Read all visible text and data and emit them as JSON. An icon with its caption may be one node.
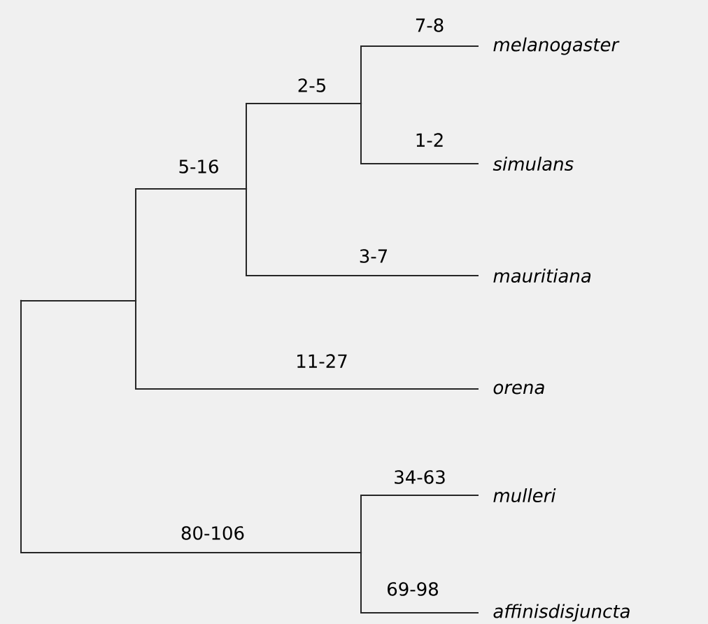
{
  "diagram": {
    "nodes": [
      {
        "text": [
          "melanogaster"
        ]
      },
      {
        "text": [
          "simulans"
        ]
      },
      {
        "text": [
          "mauritiana"
        ]
      },
      {
        "text": [
          "orena"
        ]
      },
      {
        "text": [
          "mulleri"
        ]
      },
      {
        "text": [
          "affinisdisjuncta"
        ]
      },
      {
        "text": [],
        "shape": "point"
      },
      {
        "text": [],
        "shape": "point"
      },
      {
        "text": [],
        "shape": "point"
      },
      {
        "text": [],
        "shape": "point"
      },
      {
        "text": [],
        "shape": "point"
      }
    ],
    "edges": [
      {
        "from": 6,
        "to": 7,
        "arrow": "none"
      },
      {
        "from": 6,
        "to": 10,
        "arrow": "none",
        "label": "80-106"
      },
      {
        "from": 7,
        "to": 8,
        "arrow": "none",
        "label": "5-16"
      },
      {
        "from": 7,
        "to": 3,
        "arrow": "none",
        "label": "11-27"
      },
      {
        "from": 8,
        "to": 9,
        "arrow": "none",
        "label": "2-5"
      },
      {
        "from": 8,
        "to": 2,
        "arrow": "none",
        "label": "3-7"
      },
      {
        "from": 9,
        "to": 0,
        "arrow": "none",
        "label": "7-8"
      },
      {
        "from": 9,
        "to": 1,
        "arrow": "none",
        "label": "1-2"
      },
      {
        "from": 10,
        "to": 4,
        "arrow": "none",
        "label": "34-63"
      },
      {
        "from": 10,
        "to": 5,
        "arrow": "none",
        "label": "69-98"
      }
    ]
  }
}
